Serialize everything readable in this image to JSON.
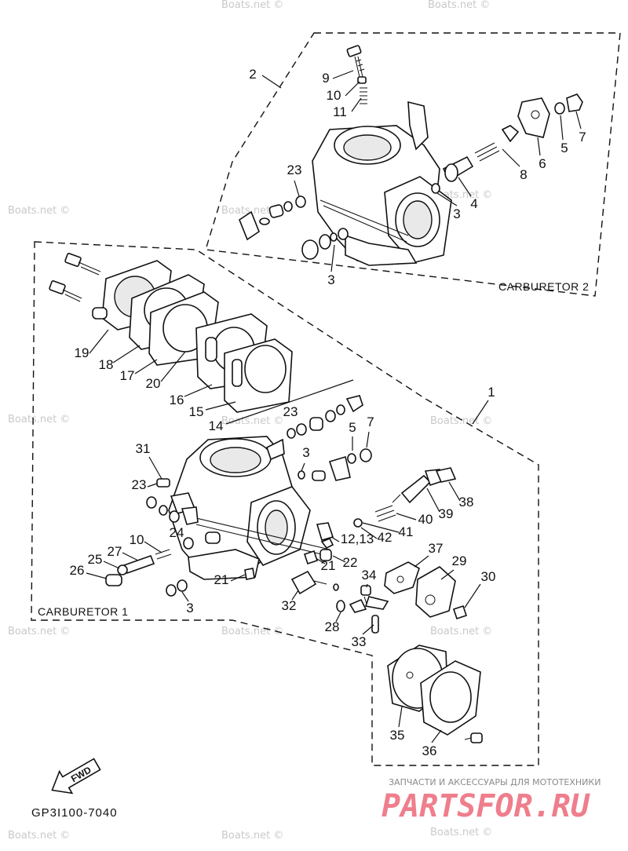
{
  "diagram": {
    "part_code": "GP3I100-7040",
    "sections": {
      "carburetor_2": "CARBURETOR 2",
      "carburetor_1": "CARBURETOR 1"
    },
    "fwd_label": "FWD",
    "watermark": "Boats.net ©",
    "footer_promo": "ЗАПЧАСТИ И АКСЕССУАРЫ ДЛЯ МОТОТЕХНИКИ",
    "footer_logo": "PARTSFOR.RU",
    "callouts": {
      "c1": "1",
      "c2": "2",
      "c9": "9",
      "c10a": "10",
      "c11": "11",
      "c23a": "23",
      "c3a": "3",
      "c3b": "3",
      "c4": "4",
      "c5a": "5",
      "c6": "6",
      "c7a": "7",
      "c8": "8",
      "c19": "19",
      "c18": "18",
      "c17": "17",
      "c20": "20",
      "c16": "16",
      "c15": "15",
      "c14": "14",
      "c23b": "23",
      "c5b": "5",
      "c7b": "7",
      "c31": "31",
      "c3c": "3",
      "c23c": "23",
      "c38": "38",
      "c39": "39",
      "c40": "40",
      "c41": "41",
      "c42": "42",
      "c1213": "12,13",
      "c24": "24",
      "c10b": "10",
      "c27": "27",
      "c25": "25",
      "c26": "26",
      "c21a": "21",
      "c21b": "21",
      "c22": "22",
      "c37": "37",
      "c29": "29",
      "c30": "30",
      "c34": "34",
      "c3d": "3",
      "c32": "32",
      "c28": "28",
      "c33": "33",
      "c35": "35",
      "c36": "36"
    }
  }
}
